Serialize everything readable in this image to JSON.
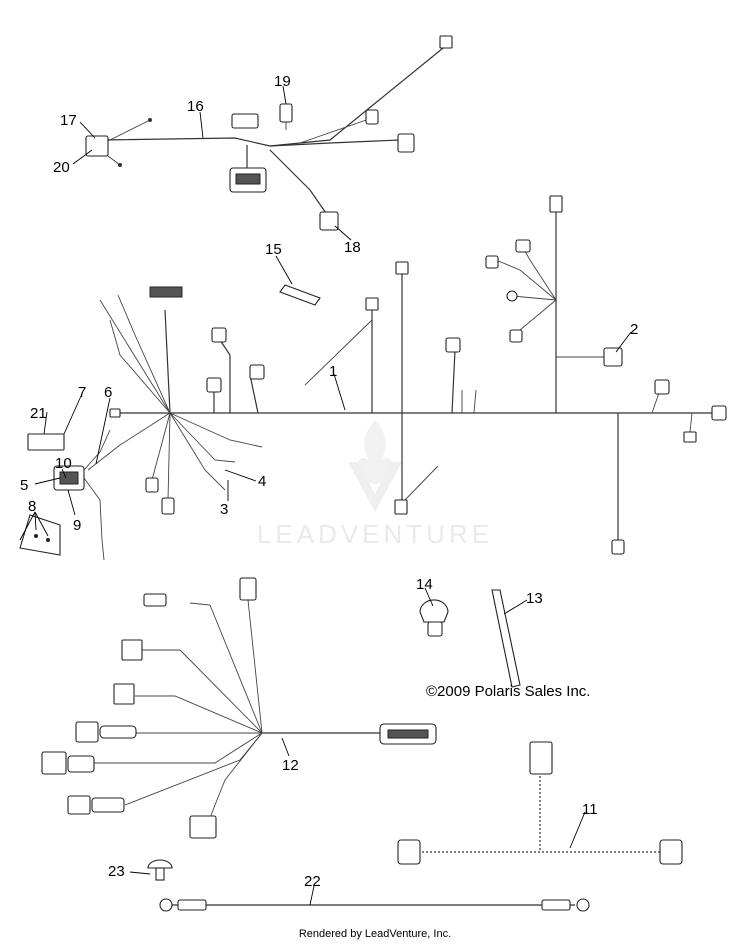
{
  "watermark": {
    "text": "LEADVENTURE"
  },
  "copyright": "©2009 Polaris Sales Inc.",
  "footer": "Rendered by LeadVenture, Inc.",
  "callouts": [
    "1",
    "2",
    "3",
    "4",
    "5",
    "6",
    "7",
    "8",
    "9",
    "10",
    "11",
    "12",
    "13",
    "14",
    "15",
    "16",
    "17",
    "18",
    "19",
    "20",
    "21",
    "22",
    "23"
  ]
}
